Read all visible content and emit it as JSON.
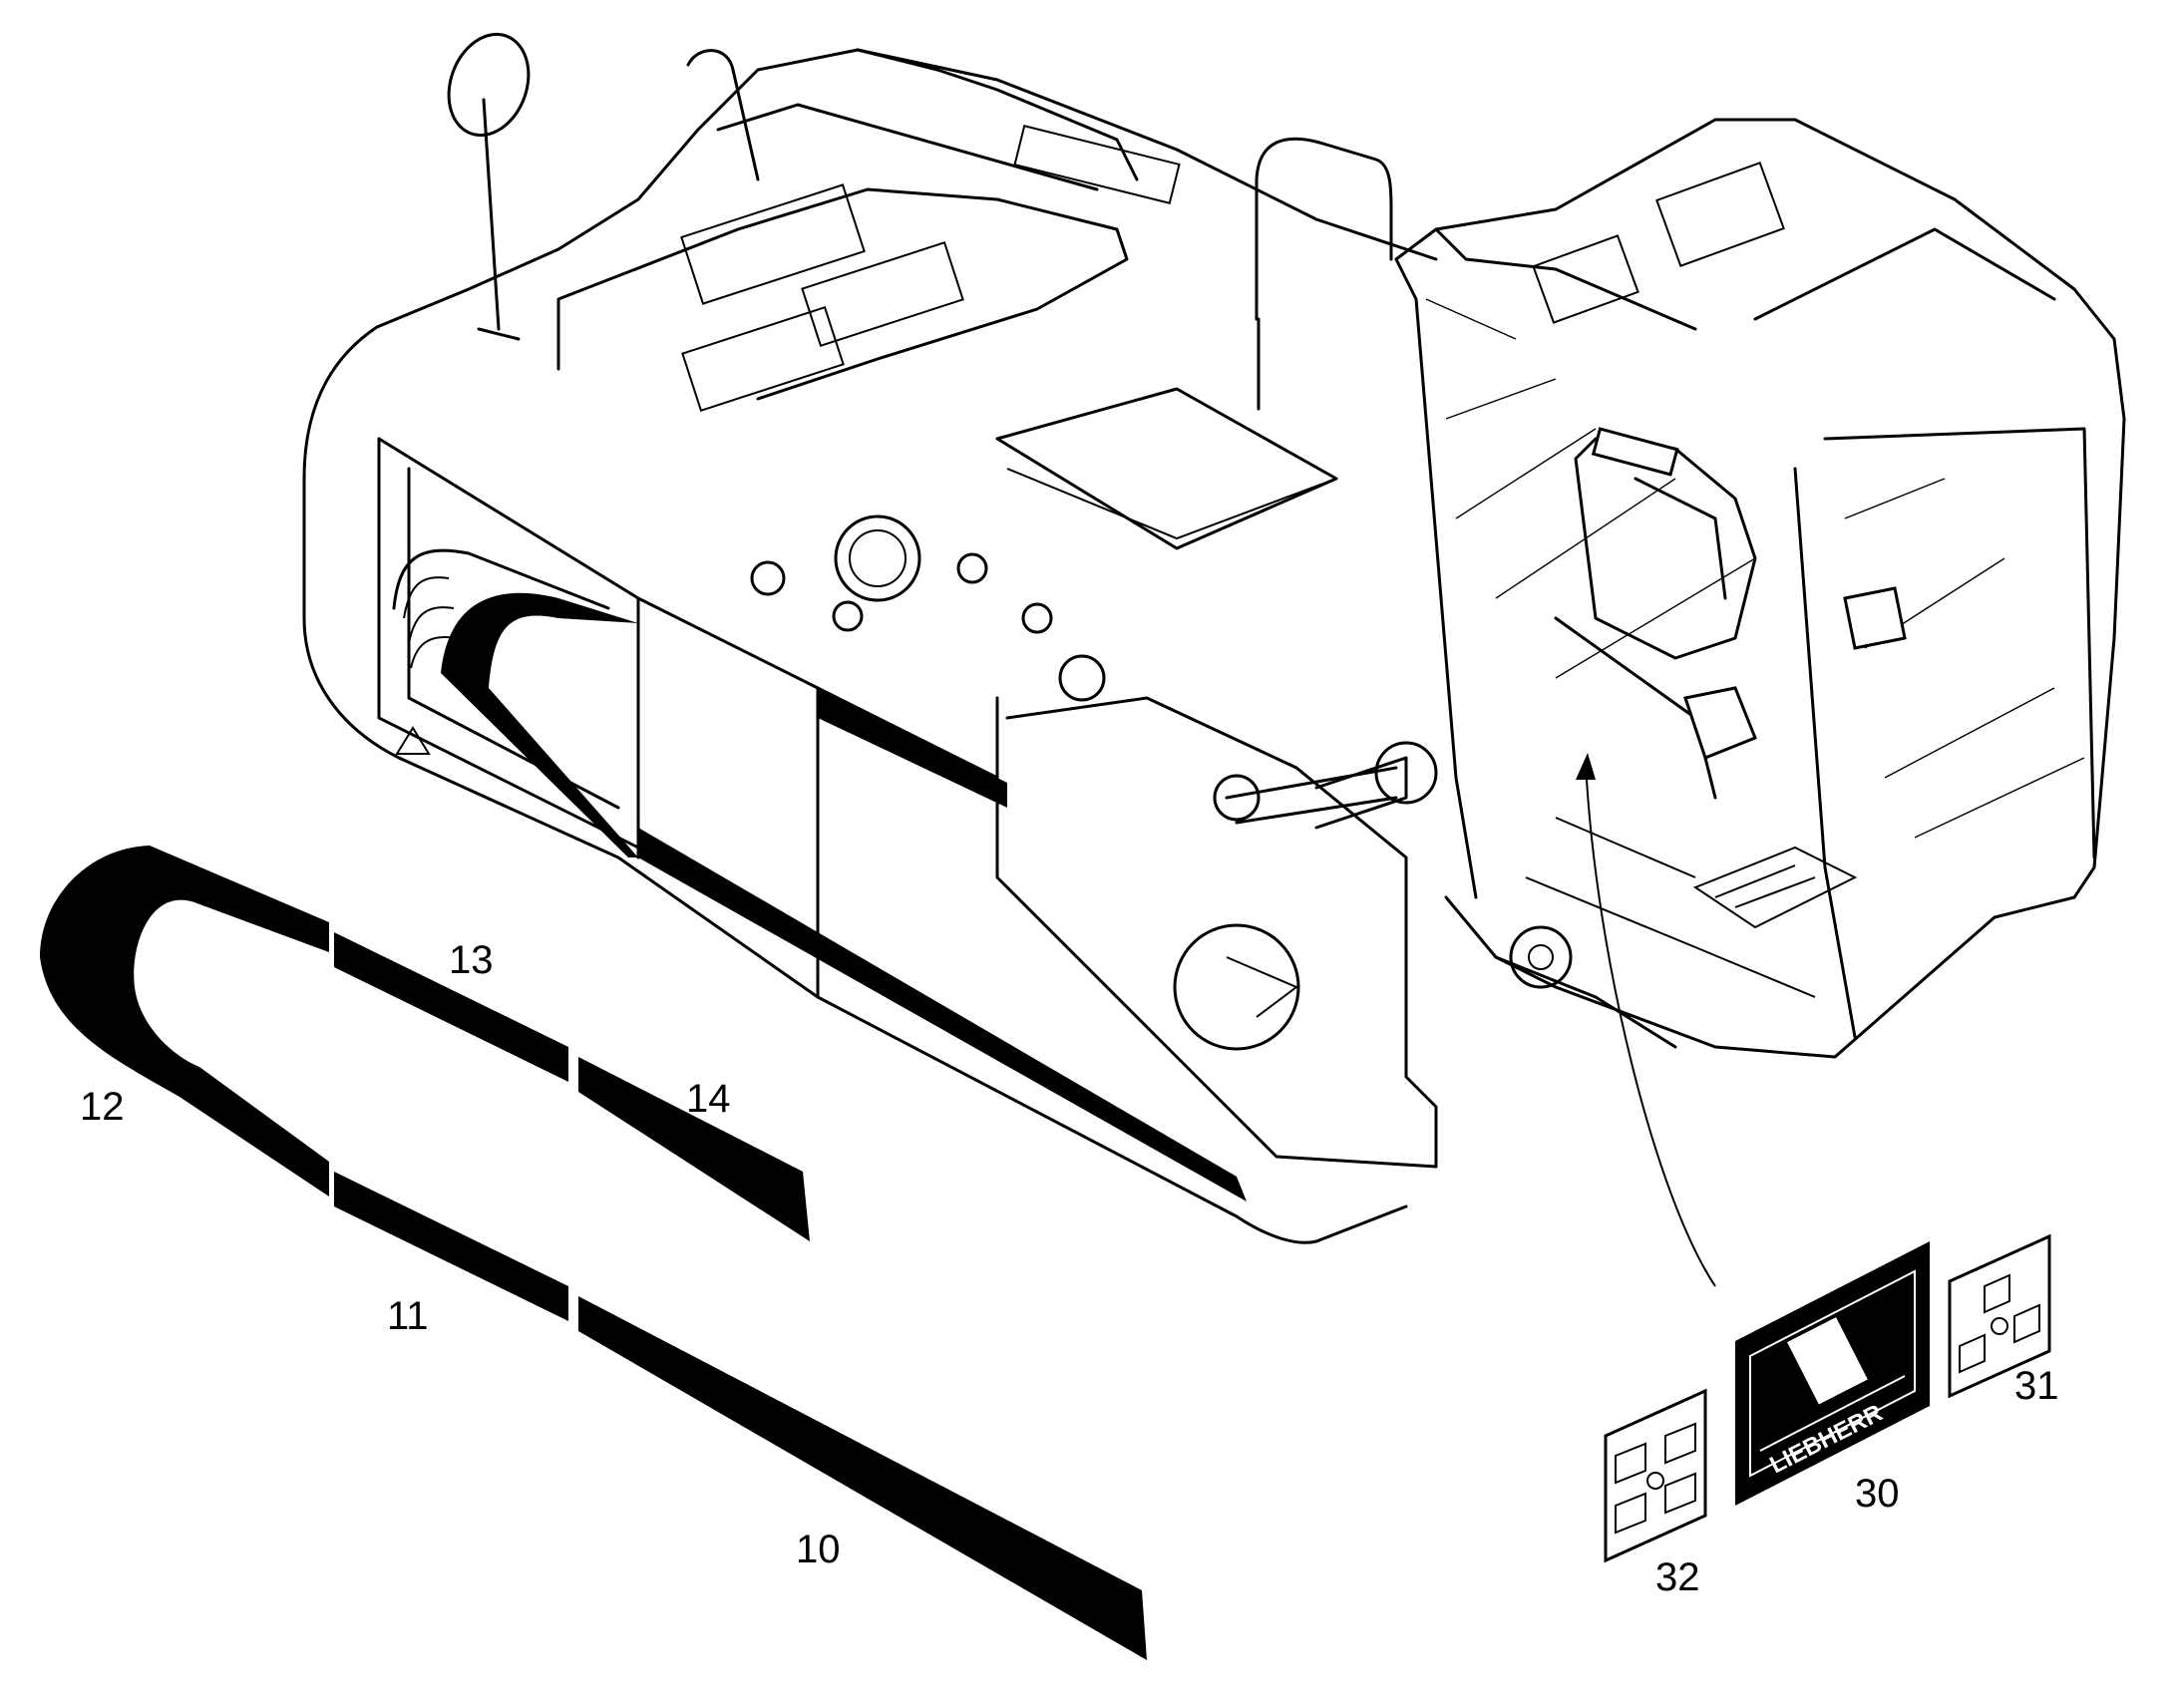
{
  "callouts": {
    "c10": "10",
    "c11": "11",
    "c12": "12",
    "c13": "13",
    "c14": "14",
    "c30": "30",
    "c31": "31",
    "c32": "32"
  },
  "decal_brand_text": "LIEBHERR",
  "hazard_symbol": "warning-triangle-icon"
}
